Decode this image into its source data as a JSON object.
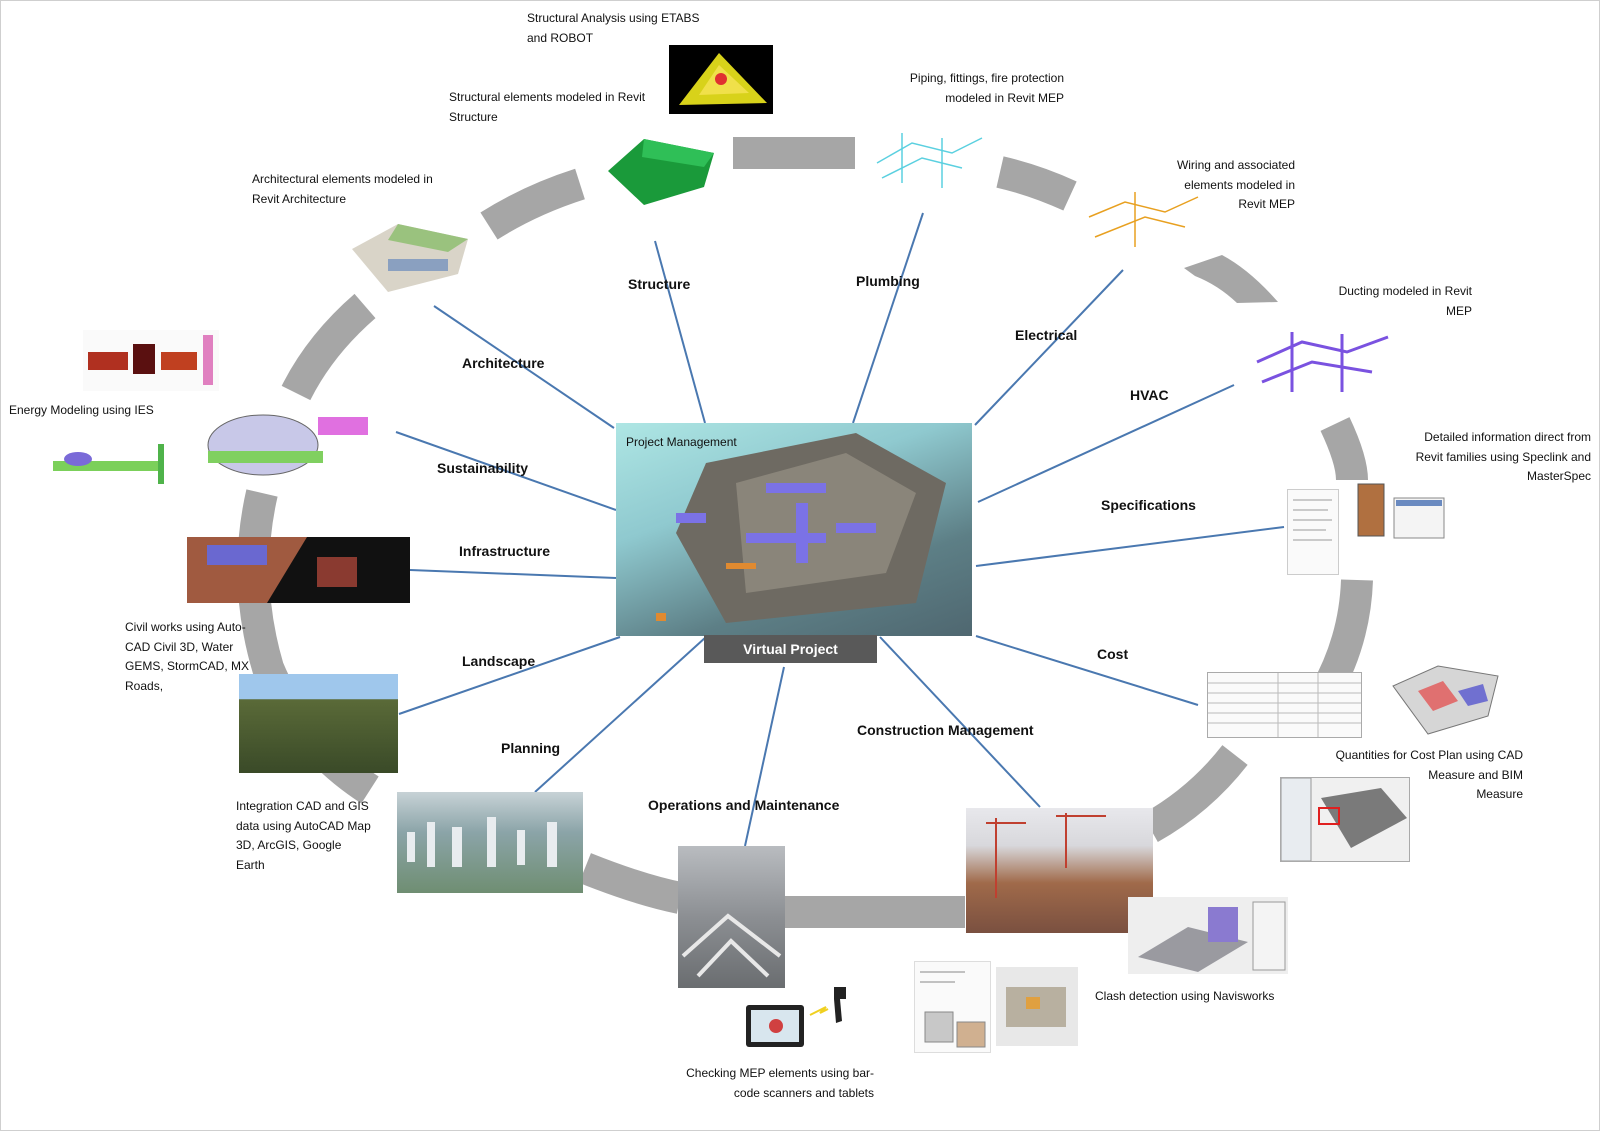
{
  "center": {
    "title": "Project Management",
    "label": "Virtual Project"
  },
  "categories": [
    {
      "id": "structure",
      "label": "Structure"
    },
    {
      "id": "plumbing",
      "label": "Plumbing"
    },
    {
      "id": "electrical",
      "label": "Electrical"
    },
    {
      "id": "hvac",
      "label": "HVAC"
    },
    {
      "id": "architecture",
      "label": "Architecture"
    },
    {
      "id": "sustainability",
      "label": "Sustainability"
    },
    {
      "id": "infrastructure",
      "label": "Infrastructure"
    },
    {
      "id": "specifications",
      "label": "Specifications"
    },
    {
      "id": "landscape",
      "label": "Landscape"
    },
    {
      "id": "cost",
      "label": "Cost"
    },
    {
      "id": "planning",
      "label": "Planning"
    },
    {
      "id": "construction",
      "label": "Construction Management"
    },
    {
      "id": "operations",
      "label": "Operations and Maintenance"
    }
  ],
  "descriptions": {
    "etabs": [
      "Structural Analysis using ETABS",
      "and ROBOT"
    ],
    "revit_structure": [
      "Structural elements modeled in Revit",
      "Structure"
    ],
    "piping": [
      "Piping, fittings, fire protection",
      "modeled in Revit MEP"
    ],
    "wiring": [
      "Wiring and associated",
      "elements  modeled in",
      "Revit MEP"
    ],
    "ducting": [
      "Ducting modeled in Revit",
      "MEP"
    ],
    "architectural": [
      "Architectural elements modeled in",
      "Revit Architecture"
    ],
    "energy": [
      "Energy Modeling using IES"
    ],
    "specs": [
      "Detailed information direct from",
      "Revit families using Speclink and",
      "MasterSpec"
    ],
    "civil": [
      "Civil works using Auto-",
      "CAD Civil 3D, Water",
      "GEMS, StormCAD, MX",
      "Roads,"
    ],
    "gis": [
      "Integration CAD and GIS",
      "data using AutoCAD Map",
      "3D, ArcGIS,  Google",
      "Earth"
    ],
    "quantities": [
      "Quantities for Cost Plan using CAD",
      "Measure and BIM",
      "Measure"
    ],
    "clash": [
      "Clash detection using Navisworks"
    ],
    "barcode": [
      "Checking MEP elements using bar-",
      "code scanners and tablets"
    ]
  },
  "colors": {
    "ring": "#a6a6a6",
    "connector": "#4a78b0",
    "center_label_bg": "#595959",
    "center_label_text": "#ffffff"
  }
}
